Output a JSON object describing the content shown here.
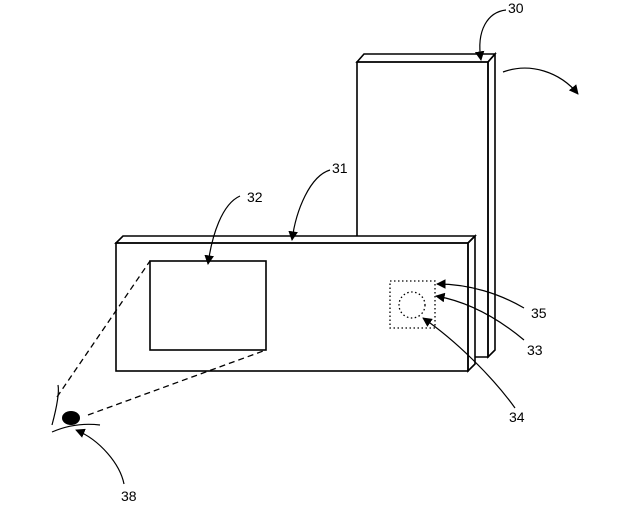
{
  "references": {
    "device_rear": "30",
    "device_front": "31",
    "display": "32",
    "camera_sensor": "33",
    "camera_window": "34",
    "camera_housing": "35",
    "viewer_eye": "38"
  }
}
